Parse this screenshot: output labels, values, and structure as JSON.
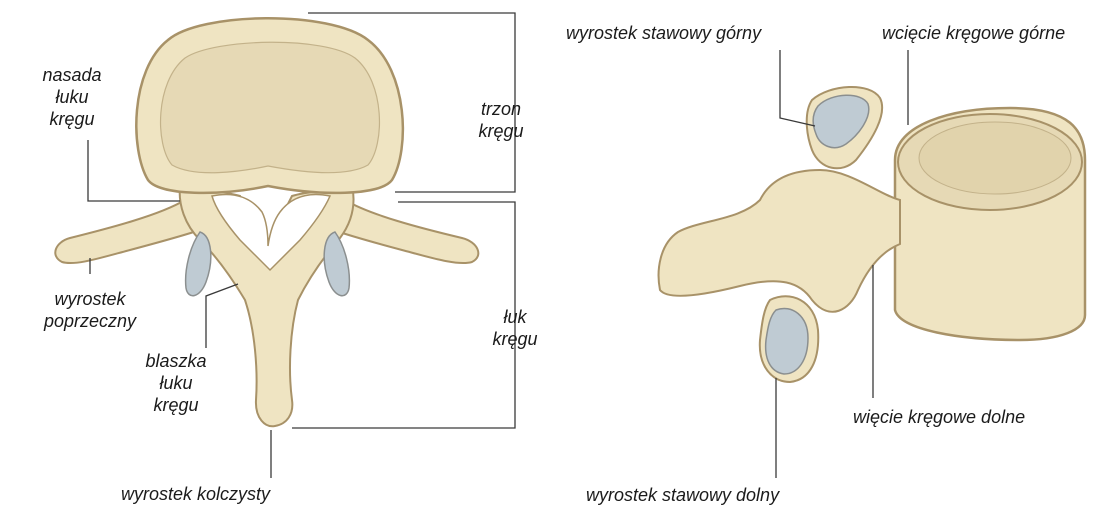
{
  "colors": {
    "bone_fill": "#efe4c2",
    "bone_stroke": "#a89268",
    "spongy": "#e6d9b5",
    "cartilage": "#bfcbd3",
    "leader": "#3a3a3a",
    "text": "#1b1b1b"
  },
  "top_view": {
    "pedicle": [
      "nasada",
      "łuku",
      "kręgu"
    ],
    "body": [
      "trzon",
      "kręgu"
    ],
    "transverse": [
      "wyrostek",
      "poprzeczny"
    ],
    "lamina": [
      "blaszka",
      "łuku",
      "kręgu"
    ],
    "arch": [
      "łuk",
      "kręgu"
    ],
    "spinous": "wyrostek kolczysty"
  },
  "side_view": {
    "superior_articular": "wyrostek stawowy górny",
    "superior_notch": "wcięcie kręgowe górne",
    "inferior_notch": "więcie kręgowe dolne",
    "inferior_articular": "wyrostek stawowy dolny"
  }
}
